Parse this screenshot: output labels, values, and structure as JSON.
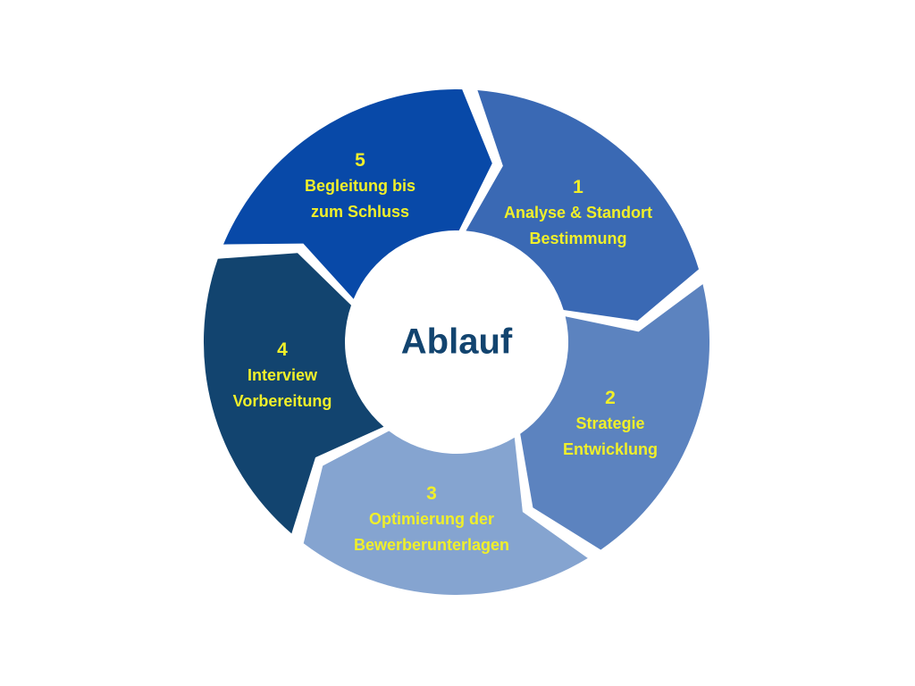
{
  "title": "Ablauf",
  "steps": [
    {
      "number": "1",
      "lines": [
        "Analyse & Standort",
        "Bestimmung"
      ],
      "color": "#3a69b4"
    },
    {
      "number": "2",
      "lines": [
        "Strategie",
        "Entwicklung"
      ],
      "color": "#5c83bf"
    },
    {
      "number": "3",
      "lines": [
        "Optimierung der",
        "Bewerberunterlagen"
      ],
      "color": "#85a4d0"
    },
    {
      "number": "4",
      "lines": [
        "Interview",
        "Vorbereitung"
      ],
      "color": "#12446f"
    },
    {
      "number": "5",
      "lines": [
        "Begleitung bis",
        "zum Schluss"
      ],
      "color": "#0849a8"
    }
  ],
  "text_color": "#f0ef2a"
}
